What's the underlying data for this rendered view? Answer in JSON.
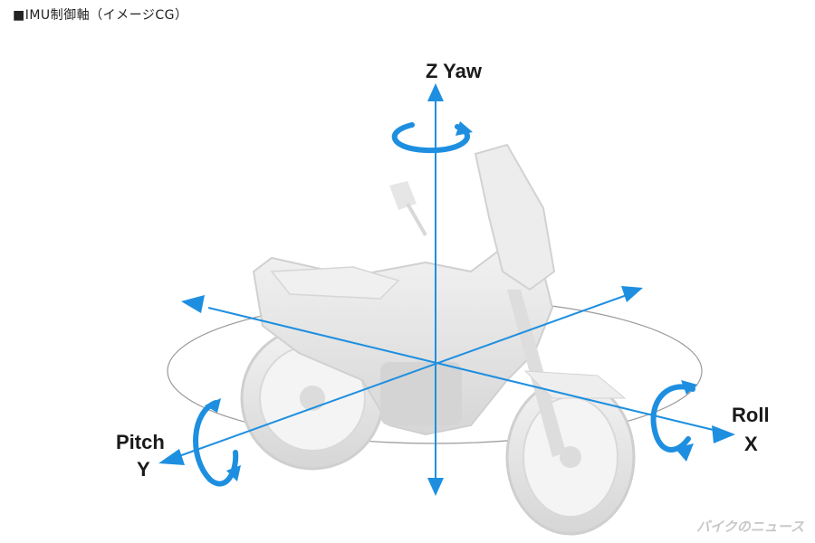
{
  "caption": "■IMU制御軸（イメージCG）",
  "axes": {
    "z": "Z Yaw",
    "pitch": "Pitch",
    "y": "Y",
    "roll": "Roll",
    "x": "X"
  },
  "watermark": "バイクのニュース",
  "colors": {
    "axis": "#1e8fe0",
    "bike": "#e4e4e4",
    "ellipse": "#9a9a9a"
  }
}
